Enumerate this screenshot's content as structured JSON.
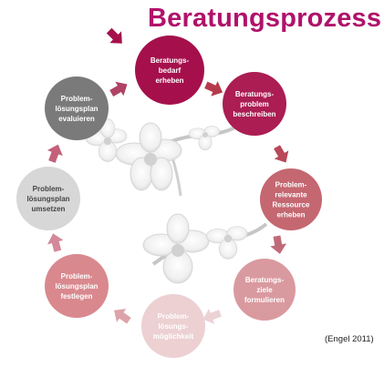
{
  "title": "Beratungsprozess",
  "citation": "(Engel 2011)",
  "steps": [
    {
      "lines": [
        "Beratungs-",
        "bedarf",
        "erheben"
      ],
      "color": "#a5104c",
      "text_color": "#ffffff"
    },
    {
      "lines": [
        "Beratungs-",
        "problem",
        "beschreiben"
      ],
      "color": "#ab1d53",
      "text_color": "#ffffff"
    },
    {
      "lines": [
        "Problem-",
        "relevante",
        "Ressource",
        "erheben"
      ],
      "color": "#c46771",
      "text_color": "#ffffff"
    },
    {
      "lines": [
        "Beratungs-",
        "ziele",
        "formulieren"
      ],
      "color": "#d99a9f",
      "text_color": "#ffffff"
    },
    {
      "lines": [
        "Problem-",
        "lösungs-",
        "möglichkeit"
      ],
      "color": "#ecd0d2",
      "text_color": "#ffffff"
    },
    {
      "lines": [
        "Problem-",
        "lösungsplan",
        "festlegen"
      ],
      "color": "#d9888e",
      "text_color": "#ffffff"
    },
    {
      "lines": [
        "Problem-",
        "lösungsplan",
        "umsetzen"
      ],
      "color": "#d7d7d7",
      "text_color": "#444444"
    },
    {
      "lines": [
        "Problem-",
        "lösungsplan",
        "evaluieren"
      ],
      "color": "#7a7a7a",
      "text_color": "#ffffff"
    }
  ],
  "arrow_colors": [
    "#a5104c",
    "#b53a4c",
    "#b8485a",
    "#c06a78",
    "#ecd2d4",
    "#dca3aa",
    "#d4889a",
    "#c4607a",
    "#b04266"
  ]
}
